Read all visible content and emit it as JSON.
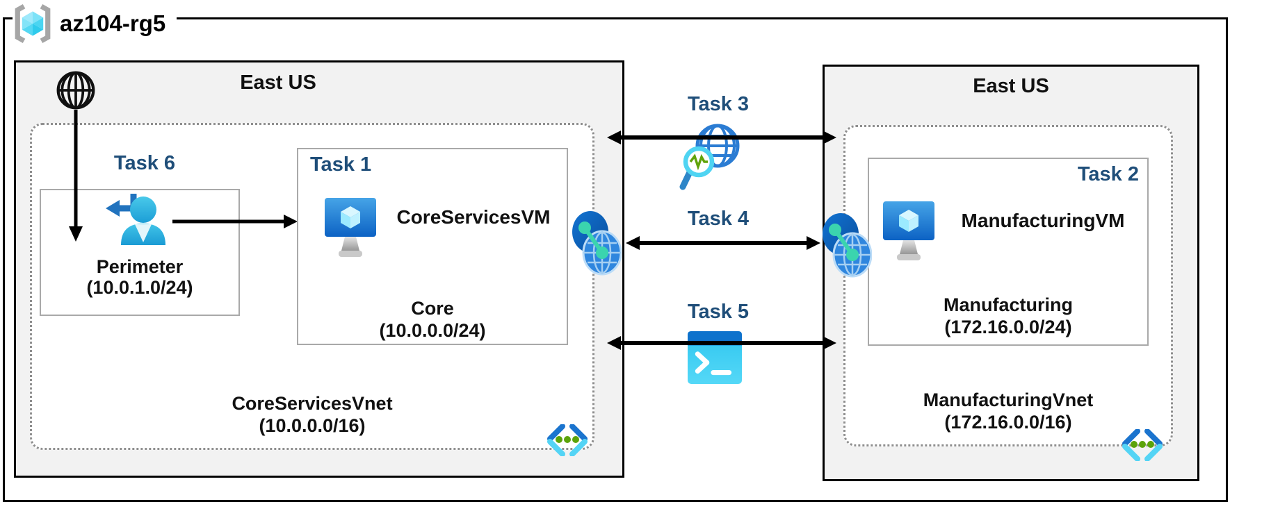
{
  "resource_group": {
    "label": "az104-rg5"
  },
  "left_region": {
    "label": "East US",
    "vnet_label": "CoreServicesVnet",
    "vnet_cidr": "(10.0.0.0/16)",
    "perimeter": {
      "task": "Task 6",
      "name": "Perimeter",
      "cidr": "(10.0.1.0/24)"
    },
    "core": {
      "task": "Task 1",
      "vm": "CoreServicesVM",
      "name": "Core",
      "cidr": "(10.0.0.0/24)"
    }
  },
  "right_region": {
    "label": "East US",
    "vnet_label": "ManufacturingVnet",
    "vnet_cidr": "(172.16.0.0/16)",
    "manufacturing": {
      "task": "Task 2",
      "vm": "ManufacturingVM",
      "name": "Manufacturing",
      "cidr": "(172.16.0.0/24)"
    }
  },
  "connections": {
    "task3": "Task 3",
    "task4": "Task 4",
    "task5": "Task 5"
  },
  "colors": {
    "task_label": "#1f4e79",
    "region_fill": "#f2f2f2",
    "arrow": "#000000",
    "dotted_border": "#8f8f8f"
  }
}
